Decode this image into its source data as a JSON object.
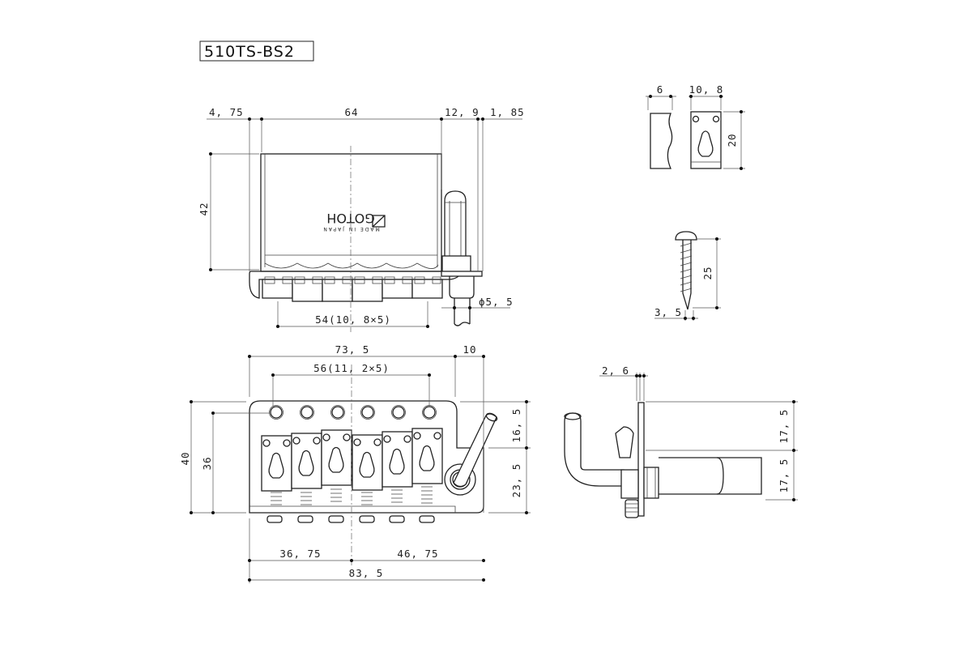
{
  "title": "510TS-BS2",
  "logo": {
    "brand": "GOTOH",
    "origin": "MADE IN JAPAN"
  },
  "front_view": {
    "dim_left_offset": "4, 75",
    "dim_width": "64",
    "dim_arm_offset": "12, 9",
    "dim_arm_gap": "1, 85",
    "dim_height": "42",
    "dim_spacing": "54(10, 8×5)",
    "dim_arm_diameter": "ϕ5, 5"
  },
  "top_view": {
    "dim_overall": "73, 5",
    "dim_arm": "10",
    "dim_string_spacing": "56(11, 2×5)",
    "dim_depth": "40",
    "dim_hole_depth": "36",
    "dim_upper": "16, 5",
    "dim_lower": "23, 5",
    "dim_left_to_center": "36, 75",
    "dim_center_to_right": "46, 75",
    "dim_total_length": "83, 5"
  },
  "parts": {
    "dim_block_thickness": "6",
    "dim_block_width": "10, 8",
    "dim_block_height": "20",
    "dim_screw_length": "25",
    "dim_screw_diameter": "3, 5"
  },
  "side_view": {
    "dim_plate": "2, 6",
    "dim_upper": "17, 5",
    "dim_lower": "17, 5"
  }
}
